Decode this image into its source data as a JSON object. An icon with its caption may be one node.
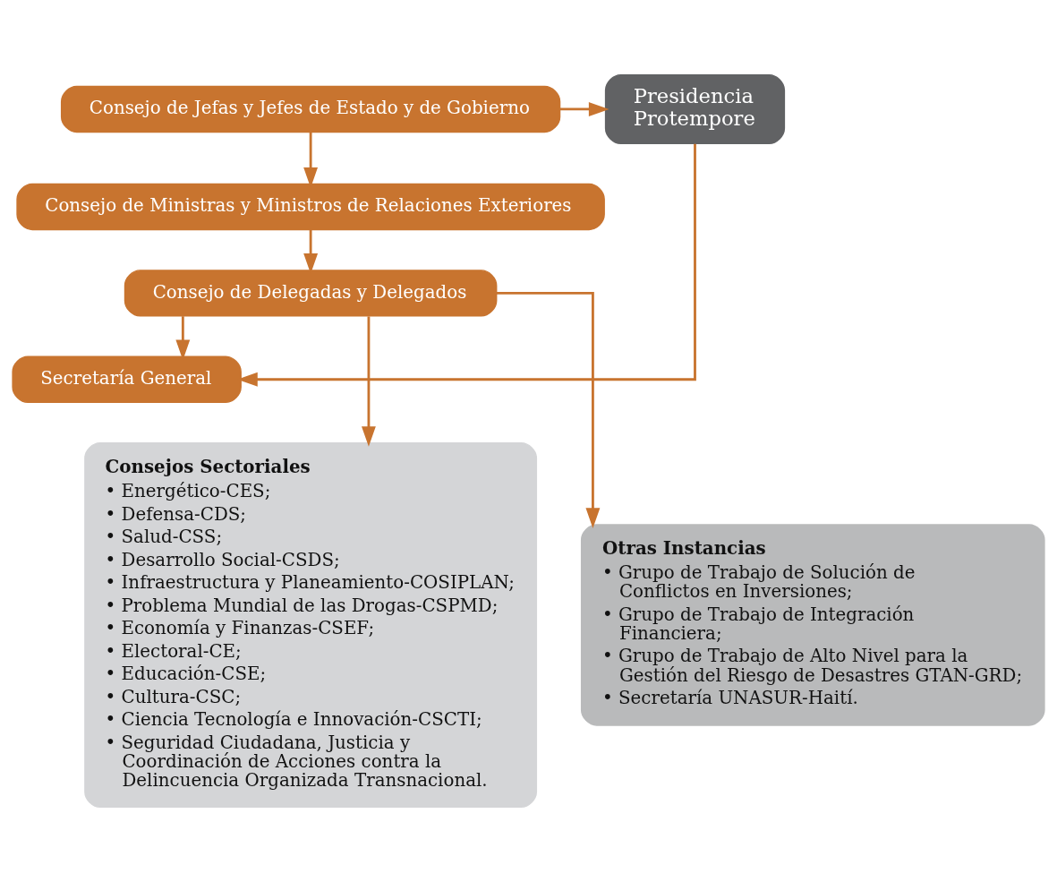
{
  "diagram": {
    "nodes": [
      {
        "text": [
          "Consejo de Jefas y Jefes de Estado y de Gobierno"
        ]
      },
      {
        "text": [
          "Presidencia Protempore"
        ]
      },
      {
        "text": [
          "Consejo de Ministras y Ministros de Relaciones Exteriores"
        ]
      },
      {
        "text": [
          "Consejo de Delegadas y Delegados"
        ]
      },
      {
        "text": [
          "Secretaría General"
        ]
      },
      {
        "text": [
          "Consejos Sectoriales",
          "• Energético-CES;",
          "• Defensa-CDS;",
          "• Salud-CSS;",
          "• Desarrollo Social-CSDS;",
          "• Infraestructura y Planeamiento-COSIPLAN;",
          "• Problema Mundial de las Drogas-CSPMD;",
          "• Economía y Finanzas-CSEF;",
          "• Electoral-CE;",
          "• Educación-CSE;",
          "• Cultura-CSC;",
          "• Ciencia Tecnología e Innovación-CSCTI;",
          "• Seguridad Ciudadana, Justicia y Coordinación de Acciones contra la Delincuencia Organizada Transnacional."
        ]
      },
      {
        "text": [
          "Otras Instancias",
          "• Grupo de Trabajo de Solución de Conflictos en Inversiones;",
          "• Grupo de Trabajo de Integración Financiera;",
          "• Grupo de Trabajo de Alto Nivel para la Gestión del Riesgo de Desastres GTAN-GRD;",
          "• Secretaría UNASUR-Haití."
        ]
      }
    ],
    "edges": [
      {
        "from": 0,
        "to": 2,
        "arrow": "to"
      },
      {
        "from": 2,
        "to": 3,
        "arrow": "to"
      },
      {
        "from": 3,
        "to": 4,
        "arrow": "to"
      },
      {
        "from": 0,
        "to": 1,
        "arrow": "to"
      },
      {
        "from": 1,
        "to": 4,
        "arrow": "to"
      },
      {
        "from": 3,
        "to": 5,
        "arrow": "to"
      },
      {
        "from": 3,
        "to": 6,
        "arrow": "to"
      }
    ]
  }
}
